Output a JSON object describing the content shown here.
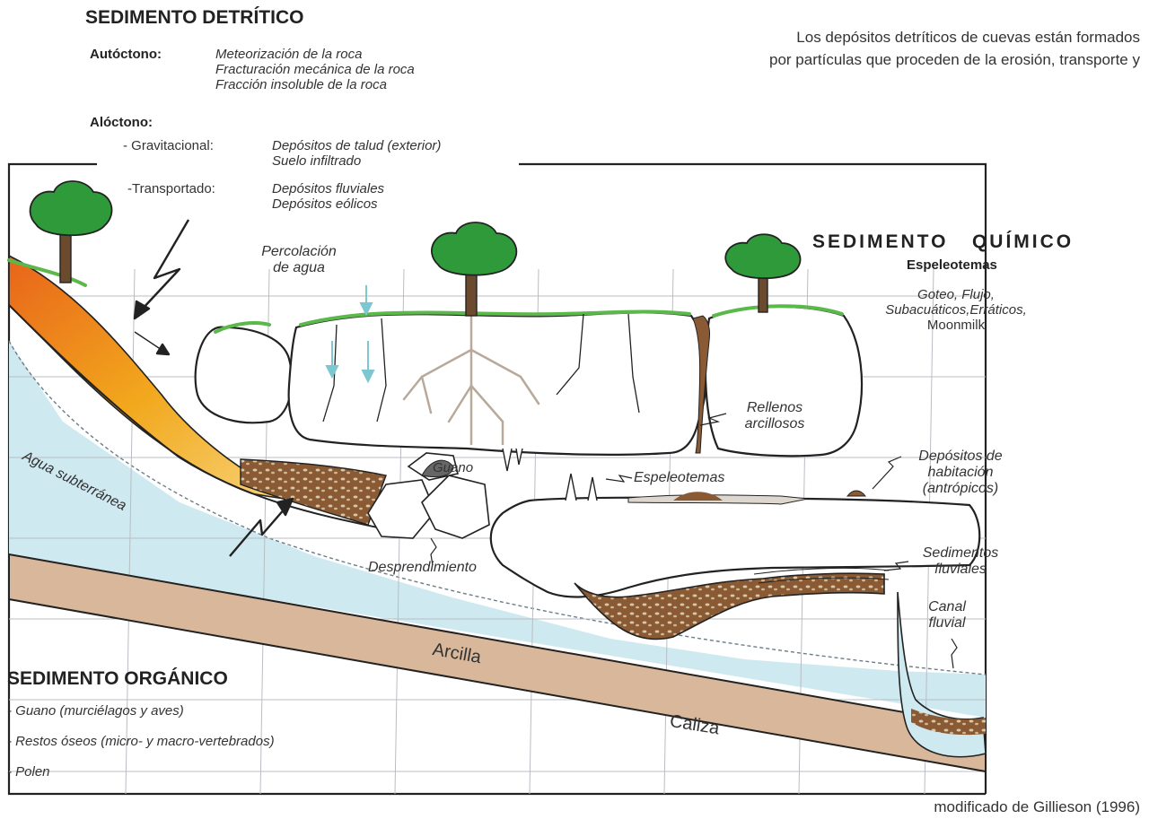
{
  "intro_text": {
    "line1": "Los depósitos detríticos de cuevas están formados",
    "line2": "por partículas que proceden de la erosión, transporte y"
  },
  "detritico": {
    "title": "SEDIMENTO DETRÍTICO",
    "autoctono_label": "Autóctono",
    "autoctono_items": [
      "Meteorización de la roca",
      "Fracturación mecánica de la roca",
      "Fracción insoluble de la roca"
    ],
    "aloctono_label": "Alóctono",
    "gravitacional_label": "- Gravitacional:",
    "gravitacional_items": [
      "Depósitos de talud (exterior)",
      "Suelo infiltrado"
    ],
    "transportado_label": "-Transportado:",
    "transportado_items": [
      "Depósitos fluviales",
      "Depósitos eólicos"
    ]
  },
  "quimico": {
    "title": "SEDIMENTO   QUÍMICO",
    "subtitle": "Espeleotemas",
    "items": [
      "Goteo, Flujo,",
      "Subacuáticos,Erráticos,",
      "Moonmilk"
    ]
  },
  "organico": {
    "title": "SEDIMENTO ORGÁNICO",
    "items": [
      "- Guano (murciélagos y aves)",
      "- Restos óseos (micro- y macro-vertebrados)",
      "- Polen"
    ]
  },
  "labels": {
    "percolacion": [
      "Percolación",
      "de agua"
    ],
    "rellenos": [
      "Rellenos",
      "arcillosos"
    ],
    "depositos_habitacion": [
      "Depósitos de",
      "habitación",
      "(antrópicos)"
    ],
    "guano": "Guano",
    "espeleotemas": "Espeleotemas",
    "agua_subterranea": "Agua subterránea",
    "desprendimiento": "Desprendimiento",
    "sedimentos_fluviales": [
      "Sedimentos",
      "fluviales"
    ],
    "canal_fluvial": [
      "Canal",
      "fluvial"
    ],
    "arcilla": "Arcilla",
    "caliza": "Caliza"
  },
  "credit": "modificado de Gillieson (1996)",
  "colors": {
    "water": "#cfe9f0",
    "clay_band": "#d8b79a",
    "sediment": "#8a5a34",
    "grass": "#5bb84a",
    "tree": "#2e9a3a",
    "trunk": "#6b4a2e",
    "talus_hi": "#f2a81d",
    "talus_lo": "#f6dd7a",
    "flow_arrow": "#7cc7d0",
    "roots": "#b8a99a"
  }
}
